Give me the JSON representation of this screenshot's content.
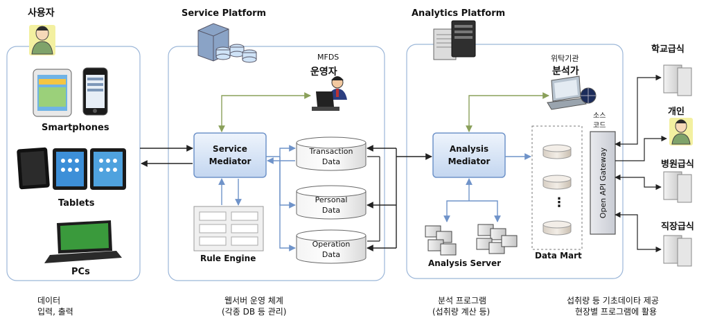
{
  "user": {
    "title": "사용자",
    "devices": [
      "Smartphones",
      "Tablets",
      "PCs"
    ],
    "caption_1": "데이터",
    "caption_2": "입력, 출력"
  },
  "service_platform": {
    "title": "Service Platform",
    "operator_org": "MFDS",
    "operator": "운영자",
    "mediator_1": "Service",
    "mediator_2": "Mediator",
    "rule_engine": "Rule Engine",
    "db_transaction_1": "Transaction",
    "db_transaction_2": "Data",
    "db_personal_1": "Personal",
    "db_personal_2": "Data",
    "db_operation_1": "Operation",
    "db_operation_2": "Data",
    "caption_1": "웹서버 운영 체계",
    "caption_2": "(각종 DB 등 관리)"
  },
  "analytics_platform": {
    "title": "Analytics Platform",
    "analyst_org": "위탁기관",
    "analyst": "분석가",
    "mediator_1": "Analysis",
    "mediator_2": "Mediator",
    "analysis_server": "Analysis Server",
    "data_mart": "Data Mart",
    "ellipsis": "⋮",
    "source_code_1": "소스",
    "source_code_2": "코드",
    "gateway": "Open API Gateway",
    "caption_1": "분석 프로그램",
    "caption_2": "(섭취량 계산 등)"
  },
  "consumers": {
    "school": "학교급식",
    "individual": "개인",
    "hospital": "병원급식",
    "workplace": "직장급식",
    "caption_1": "섭취량 등 기초데이타 제공",
    "caption_2": "현장별 프로그램에 활용"
  }
}
